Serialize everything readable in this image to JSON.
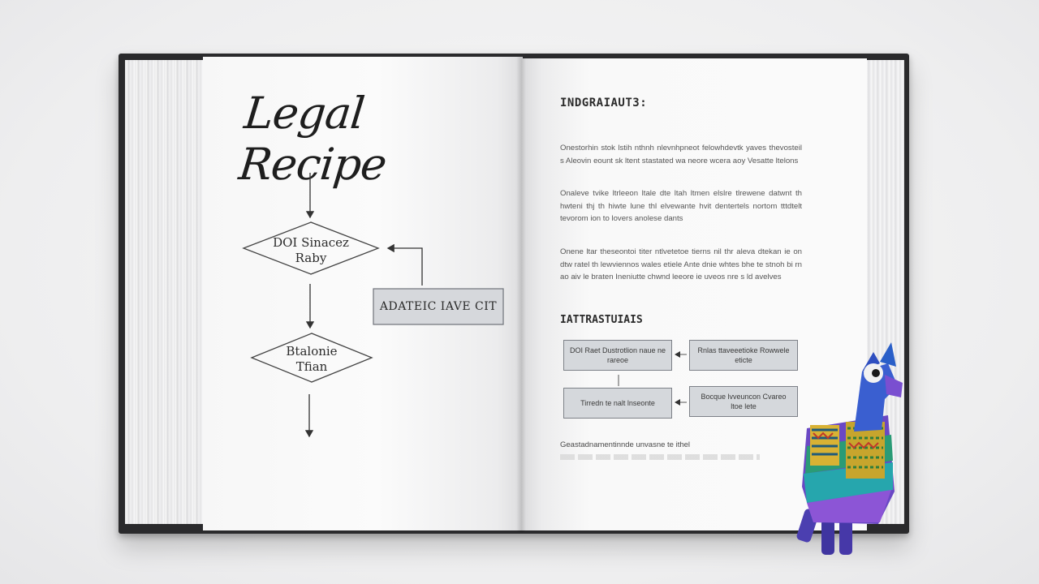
{
  "book": {
    "left_page": {
      "title": "Legal Recipe",
      "flowchart": {
        "diamond_1": {
          "line1": "DOI Sinacez",
          "line2": "Raby"
        },
        "process_box": "ADATEIC IAVE CIT",
        "diamond_2": {
          "line1": "Btalonie",
          "line2": "Tfian"
        }
      }
    },
    "right_page": {
      "heading": "INDGRAIAUT3:",
      "paragraphs": [
        "Onestorhin stok lstih nthnh nlevnhpneot felowhdevtk yaves thevosteil s Aleovin eount sk ltent stastated wa neore wcera aoy Vesatte ltelons",
        "Onaleve tvike ltrleeon ltale dte ltah ltmen elslre tlrewene datwnt th hwteni thj th hiwte lune thl elvewante hvit dentertels nortom tttdtelt tevorom ion to lovers anolese dants",
        "Onene ltar theseontoi titer ntlvetetoe tierns nil thr aleva dtekan ie on dtw ratel th lewviennos wales etiele Ante dnie whtes bhe te stnoh bi rn ao aiv le braten Ineniutte chwnd leeore ie uveos nre s ld avelves"
      ],
      "subheading": "IATTRASTUIAIS",
      "boxes": [
        "DOI Raet Dustrotlion naue ne rareoe",
        "Rnlas ttaveeetioke Rowwele eticte",
        "Tirredn te nalt lnseonte",
        "Bocque lvveuncon Cvareo ltoe lete"
      ],
      "caption": "Geastadnamentinnde unvasne te ithel"
    }
  }
}
